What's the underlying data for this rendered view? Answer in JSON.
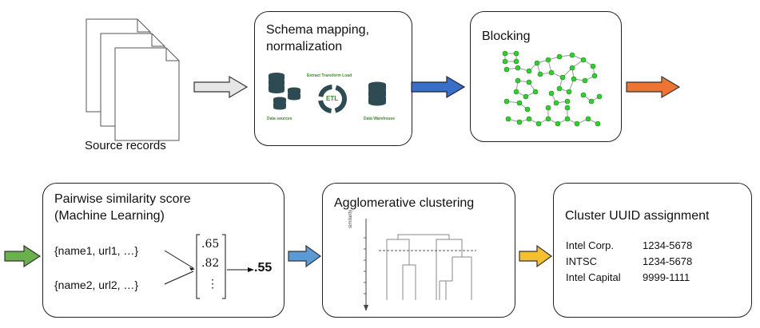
{
  "source": {
    "caption": "Source records"
  },
  "schema": {
    "title": "Schema mapping,\nnormalization",
    "etl_label": "ETL",
    "etl_top": "Extract  Transform  Load",
    "data_sources": "Data sources",
    "data_warehouse": "Data Warehouse"
  },
  "blocking": {
    "title": "Blocking"
  },
  "pairwise": {
    "title": "Pairwise similarity score\n(Machine Learning)",
    "record1": "{name1, url1, …}",
    "record2": "{name2, url2, …}",
    "vector": [
      ".65",
      ".82",
      "⋮"
    ],
    "score": ".55"
  },
  "clustering": {
    "title": "Agglomerative clustering",
    "axis_label": "similarity"
  },
  "assignment": {
    "title": "Cluster UUID assignment",
    "rows": [
      {
        "name": "Intel Corp.",
        "id": "1234-5678"
      },
      {
        "name": "INTSC",
        "id": "1234-5678"
      },
      {
        "name": "Intel Capital",
        "id": "9999-1111"
      }
    ]
  },
  "colors": {
    "arrow_source": "#e6e6e6",
    "arrow_schema": "#3a6fc7",
    "arrow_blocking": "#ee7433",
    "arrow_row2_start": "#6ab04c",
    "arrow_pairwise": "#5b9bd5",
    "arrow_clustering": "#f5c030",
    "node_green": "#33cc33",
    "etl_teal": "#2e4a52"
  }
}
